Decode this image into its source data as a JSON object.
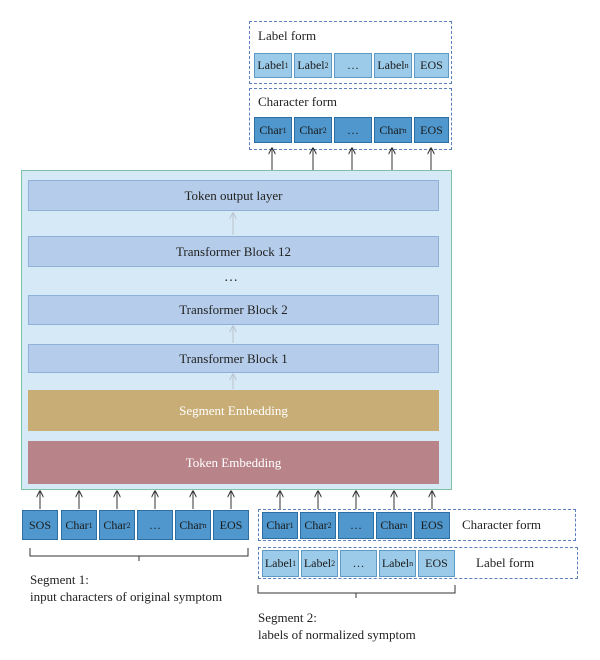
{
  "top_groups": {
    "label_form": {
      "title": "Label form",
      "cells": [
        {
          "base": "Label",
          "sub": "1"
        },
        {
          "base": "Label",
          "sub": "2"
        },
        {
          "base": "…",
          "sub": ""
        },
        {
          "base": "Label",
          "sub": "n"
        },
        {
          "base": "EOS",
          "sub": ""
        }
      ]
    },
    "character_form": {
      "title": "Character form",
      "cells": [
        {
          "base": "Char",
          "sub": "1"
        },
        {
          "base": "Char",
          "sub": "2"
        },
        {
          "base": "…",
          "sub": ""
        },
        {
          "base": "Char",
          "sub": "n"
        },
        {
          "base": "EOS",
          "sub": ""
        }
      ]
    }
  },
  "model": {
    "layers": {
      "output": "Token output layer",
      "block12": "Transformer Block 12",
      "ellipsis": "…",
      "block2": "Transformer Block 2",
      "block1": "Transformer Block 1"
    },
    "segment_embedding": "Segment Embedding",
    "token_embedding": "Token Embedding"
  },
  "inputs": {
    "segment1_cells": [
      {
        "base": "SOS",
        "sub": ""
      },
      {
        "base": "Char",
        "sub": "1"
      },
      {
        "base": "Char",
        "sub": "2"
      },
      {
        "base": "…",
        "sub": ""
      },
      {
        "base": "Char",
        "sub": "n"
      },
      {
        "base": "EOS",
        "sub": ""
      }
    ],
    "segment2_char_cells": [
      {
        "base": "Char",
        "sub": "1"
      },
      {
        "base": "Char",
        "sub": "2"
      },
      {
        "base": "…",
        "sub": ""
      },
      {
        "base": "Char",
        "sub": "n"
      },
      {
        "base": "EOS",
        "sub": ""
      }
    ],
    "segment2_label_cells": [
      {
        "base": "Label",
        "sub": "1"
      },
      {
        "base": "Label",
        "sub": "2"
      },
      {
        "base": "…",
        "sub": ""
      },
      {
        "base": "Label",
        "sub": "n"
      },
      {
        "base": "EOS",
        "sub": ""
      }
    ],
    "character_form_label": "Character form",
    "label_form_label": "Label form"
  },
  "segments": {
    "segment1": {
      "line1": "Segment 1:",
      "line2": "input characters of original symptom"
    },
    "segment2": {
      "line1": "Segment 2:",
      "line2": "labels of normalized symptom"
    }
  },
  "colors": {
    "dark_cell": "#4f97cc",
    "light_cell": "#9ccbe9",
    "model_bg": "#d6e9f6",
    "model_border": "#7fc1a4",
    "layer_bg": "#b5cdea",
    "segment_embedding": "#c8ae76",
    "token_embedding": "#b98489",
    "dashed_border": "#5b7fbf"
  }
}
